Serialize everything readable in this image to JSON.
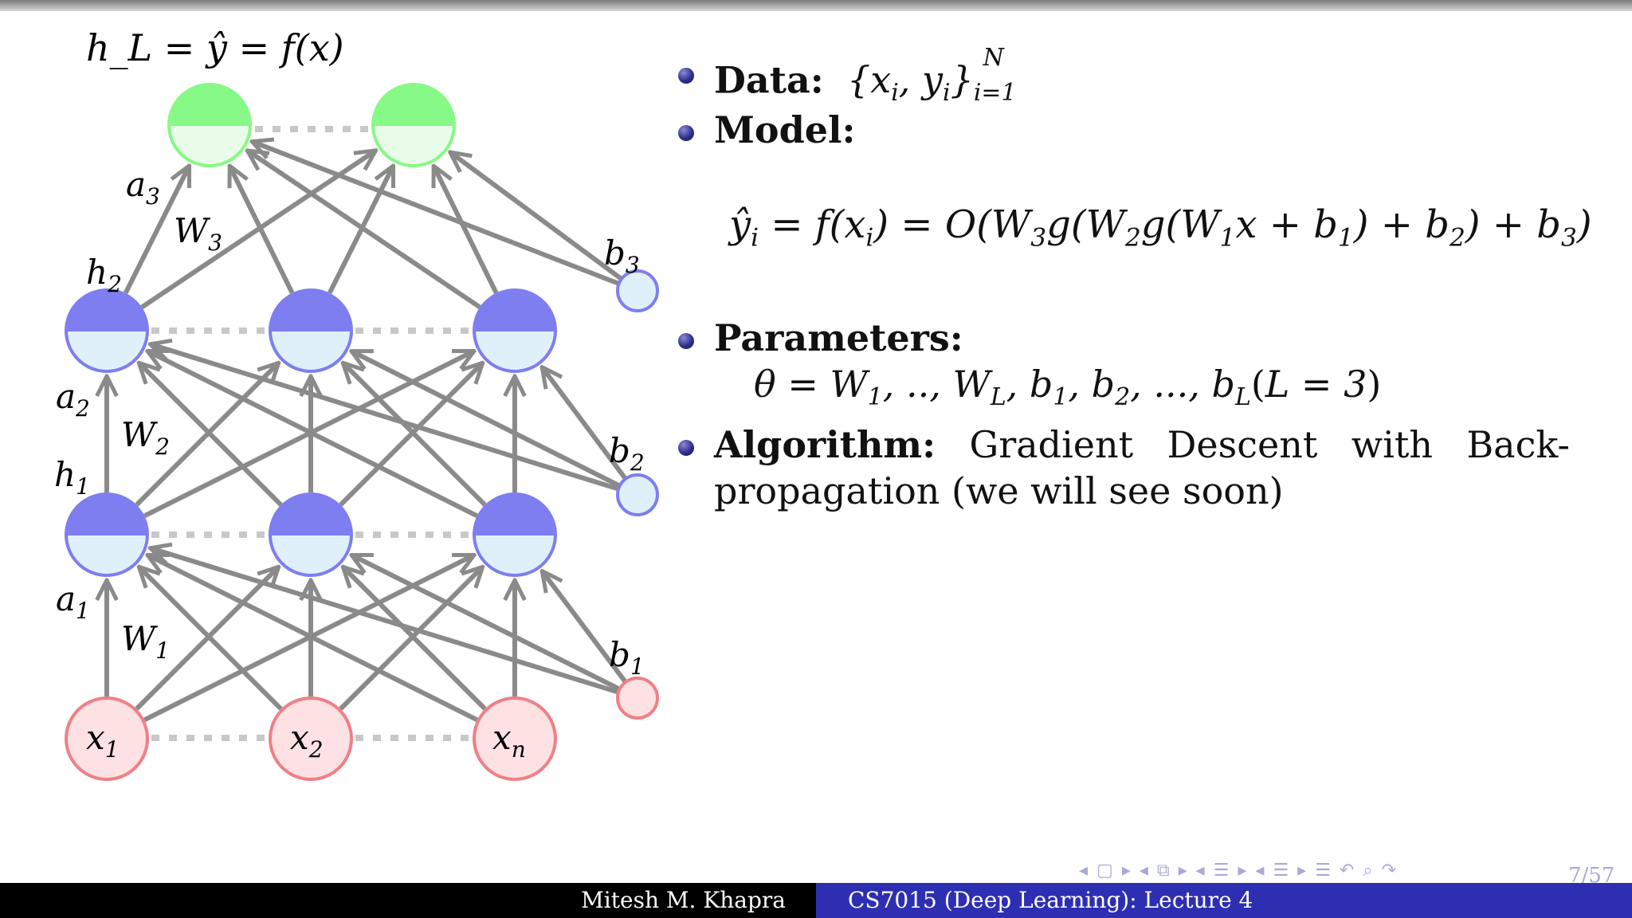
{
  "network": {
    "output_label": "h_L = ŷ = f(x)",
    "layer_labels": [
      {
        "main": "a",
        "sub": "3"
      },
      {
        "main": "W",
        "sub": "3"
      },
      {
        "main": "h",
        "sub": "2"
      },
      {
        "main": "a",
        "sub": "2"
      },
      {
        "main": "W",
        "sub": "2"
      },
      {
        "main": "h",
        "sub": "1"
      },
      {
        "main": "a",
        "sub": "1"
      },
      {
        "main": "W",
        "sub": "1"
      }
    ],
    "bias_labels": [
      {
        "main": "b",
        "sub": "3"
      },
      {
        "main": "b",
        "sub": "2"
      },
      {
        "main": "b",
        "sub": "1"
      }
    ],
    "input_labels": [
      {
        "main": "x",
        "sub": "1"
      },
      {
        "main": "x",
        "sub": "2"
      },
      {
        "main": "x",
        "sub": "n"
      }
    ],
    "colors": {
      "output_top": "#86f986",
      "output_bottom": "#e9fbe9",
      "hidden_top": "#7e7ef0",
      "hidden_bottom": "#dff0fb",
      "input_fill": "#fde1e3",
      "input_stroke": "#f07f86",
      "bias_blue_fill": "#dff0fb",
      "bias_blue_stroke": "#7e7ef0",
      "edge": "#8a8a8a",
      "dotted": "#c8c8c8"
    }
  },
  "bullets": {
    "data_label": "Data:",
    "data_math": "{x_i, y_i}_{i=1}^N",
    "model_label": "Model:",
    "model_eq": "ŷ_i = f(x_i) = O(W_3 g(W_2 g(W_1 x + b_1) + b_2) + b_3)",
    "params_label": "Parameters:",
    "params_eq": "θ = W_1, .., W_L, b_1, b_2, ..., b_L (L = 3)",
    "algo_label": "Algorithm:",
    "algo_words": [
      "Gradient",
      "Descent",
      "with",
      "Back-"
    ],
    "algo_line2": "propagation (we will see soon)"
  },
  "nav": {
    "icons": "◂ ▢ ▸   ◂ ⧉ ▸   ◂ ☰ ▸   ◂ ☰ ▸     ☰     ↶ ⌕ ↷",
    "page": "7/57"
  },
  "footer": {
    "author": "Mitesh M. Khapra",
    "course": "CS7015 (Deep Learning): Lecture 4"
  }
}
